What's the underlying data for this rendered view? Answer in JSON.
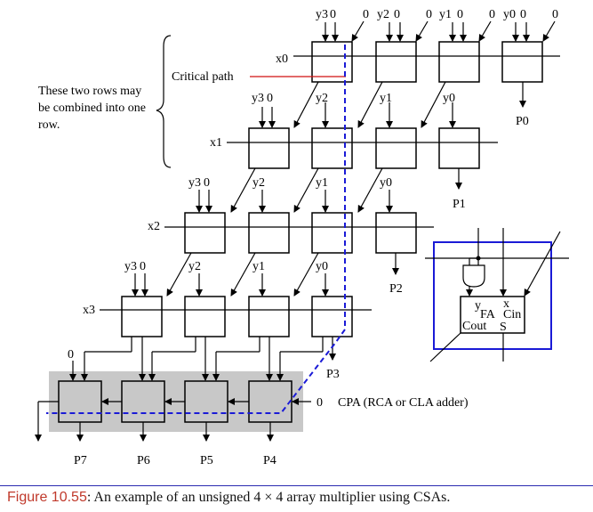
{
  "figure": {
    "label": "Figure 10.55",
    "text": ": An example of an unsigned 4 × 4 array multiplier using CSAs."
  },
  "annotations": {
    "critical_path": "Critical path",
    "combine_note": [
      "These two rows may",
      "be combined into one",
      "row."
    ],
    "cpa": "CPA (RCA or CLA adder)",
    "zero": "0"
  },
  "inputs": {
    "x": [
      "x0",
      "x1",
      "x2",
      "x3"
    ],
    "y": [
      "y3",
      "y2",
      "y1",
      "y0"
    ]
  },
  "outputs": [
    "P0",
    "P1",
    "P2",
    "P3",
    "P4",
    "P5",
    "P6",
    "P7"
  ],
  "cell_detail": {
    "fa": "FA",
    "y": "y",
    "x": "x",
    "cin": "Cin",
    "cout": "Cout",
    "s": "S"
  },
  "colors": {
    "critical_path": "#1a1ad6",
    "critical_label_line": "#d01010",
    "cpa_bg": "#c8c8c8",
    "detail_border": "#1a1ad6",
    "caption_label": "#c0392b"
  }
}
